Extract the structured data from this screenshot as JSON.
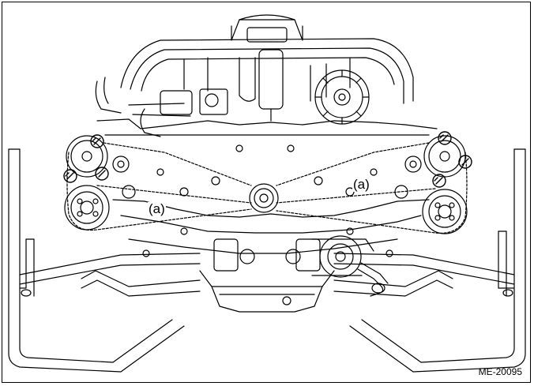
{
  "diagram": {
    "callouts": [
      {
        "id": "left",
        "text": "(a)"
      },
      {
        "id": "right",
        "text": "(a)"
      }
    ],
    "figure_id": "ME-20095",
    "icons": [
      "timing-mark-icon"
    ]
  }
}
